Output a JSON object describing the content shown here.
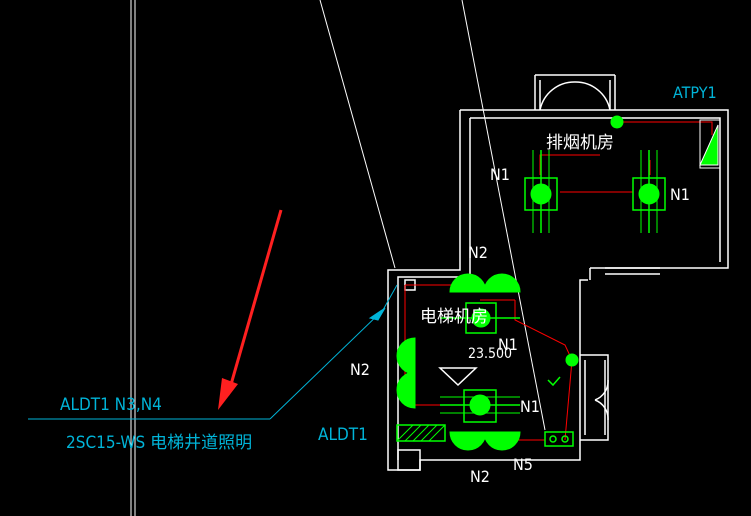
{
  "labels": {
    "atpy": "ATPY1",
    "room_smoke": "排烟机房",
    "room_elevator": "电梯机房",
    "elevation": "23.500",
    "n1_a": "N1",
    "n1_b": "N1",
    "n1_c": "N1",
    "n1_d": "N1",
    "n2_top": "N2",
    "n2_left": "N2",
    "n2_bottom": "N2",
    "n5": "N5",
    "aldt_circuit": "ALDT1 N3,N4",
    "cable_spec": "2SC15-WS 电梯井道照明",
    "aldt_panel": "ALDT1"
  },
  "colors": {
    "background": "#000000",
    "wall": "#ffffff",
    "device": "#00ff00",
    "wire": "#ff0000",
    "annotation": "#00b4d8",
    "arrow": "#ff2020",
    "label": "#ffffff"
  }
}
